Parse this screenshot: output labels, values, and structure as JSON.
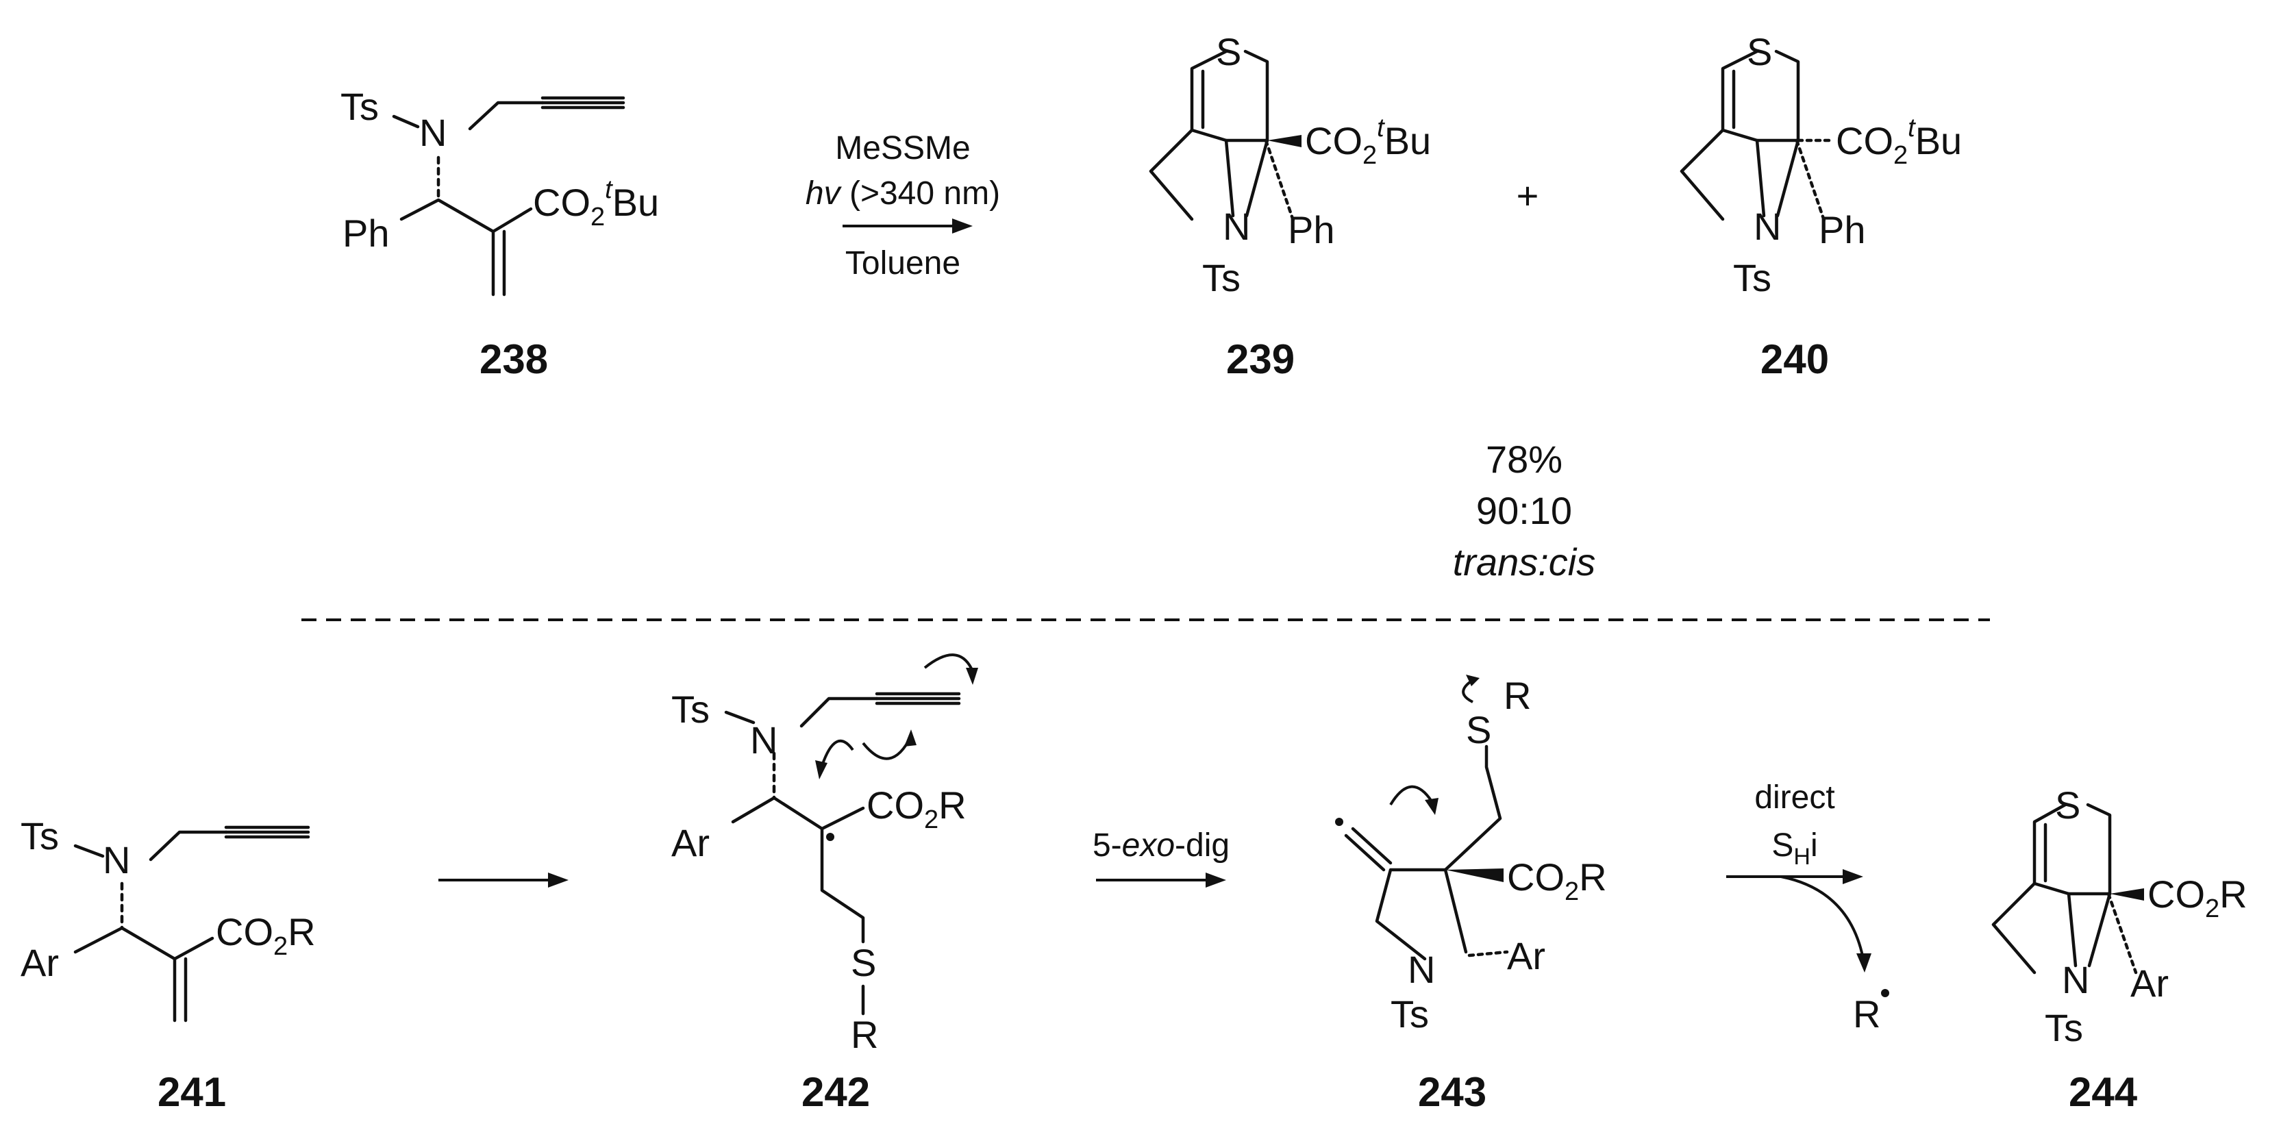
{
  "compounds": {
    "c238": {
      "label": "238",
      "ts": "Ts",
      "n": "N",
      "ph": "Ph",
      "co2": "CO",
      "sub2": "2",
      "sup": "t",
      "bu": "Bu"
    },
    "c239": {
      "label": "239",
      "s": "S",
      "n": "N",
      "ts": "Ts",
      "ph": "Ph",
      "co2": "CO",
      "sub2": "2",
      "sup": "t",
      "bu": "Bu"
    },
    "c240": {
      "label": "240",
      "s": "S",
      "n": "N",
      "ts": "Ts",
      "ph": "Ph",
      "co2": "CO",
      "sub2": "2",
      "sup": "t",
      "bu": "Bu"
    },
    "c241": {
      "label": "241",
      "ts": "Ts",
      "n": "N",
      "ar": "Ar",
      "co2": "CO",
      "sub2": "2",
      "r": "R"
    },
    "c242": {
      "label": "242",
      "ts": "Ts",
      "n": "N",
      "ar": "Ar",
      "co2": "CO",
      "sub2": "2",
      "r": "R",
      "s": "S",
      "r2": "R"
    },
    "c243": {
      "label": "243",
      "s": "S",
      "r": "R",
      "n": "N",
      "ts": "Ts",
      "ar": "Ar",
      "co2": "CO",
      "sub2": "2",
      "r2": "R"
    },
    "c244": {
      "label": "244",
      "s": "S",
      "n": "N",
      "ts": "Ts",
      "ar": "Ar",
      "co2": "CO",
      "sub2": "2",
      "r": "R"
    }
  },
  "conditions": {
    "reagent": "MeSSMe",
    "hv": "hv",
    "hv_rest": " (>340 nm)",
    "solvent": "Toluene",
    "plus": "+",
    "yield": "78%",
    "ratio": "90:10",
    "selectivity": "trans:cis",
    "step2_pre": "5-",
    "step2_it": "exo",
    "step2_post": "-dig",
    "step3_line1": "direct",
    "step3_s": "S",
    "step3_h": "H",
    "step3_i": "i",
    "byproduct": "R"
  }
}
